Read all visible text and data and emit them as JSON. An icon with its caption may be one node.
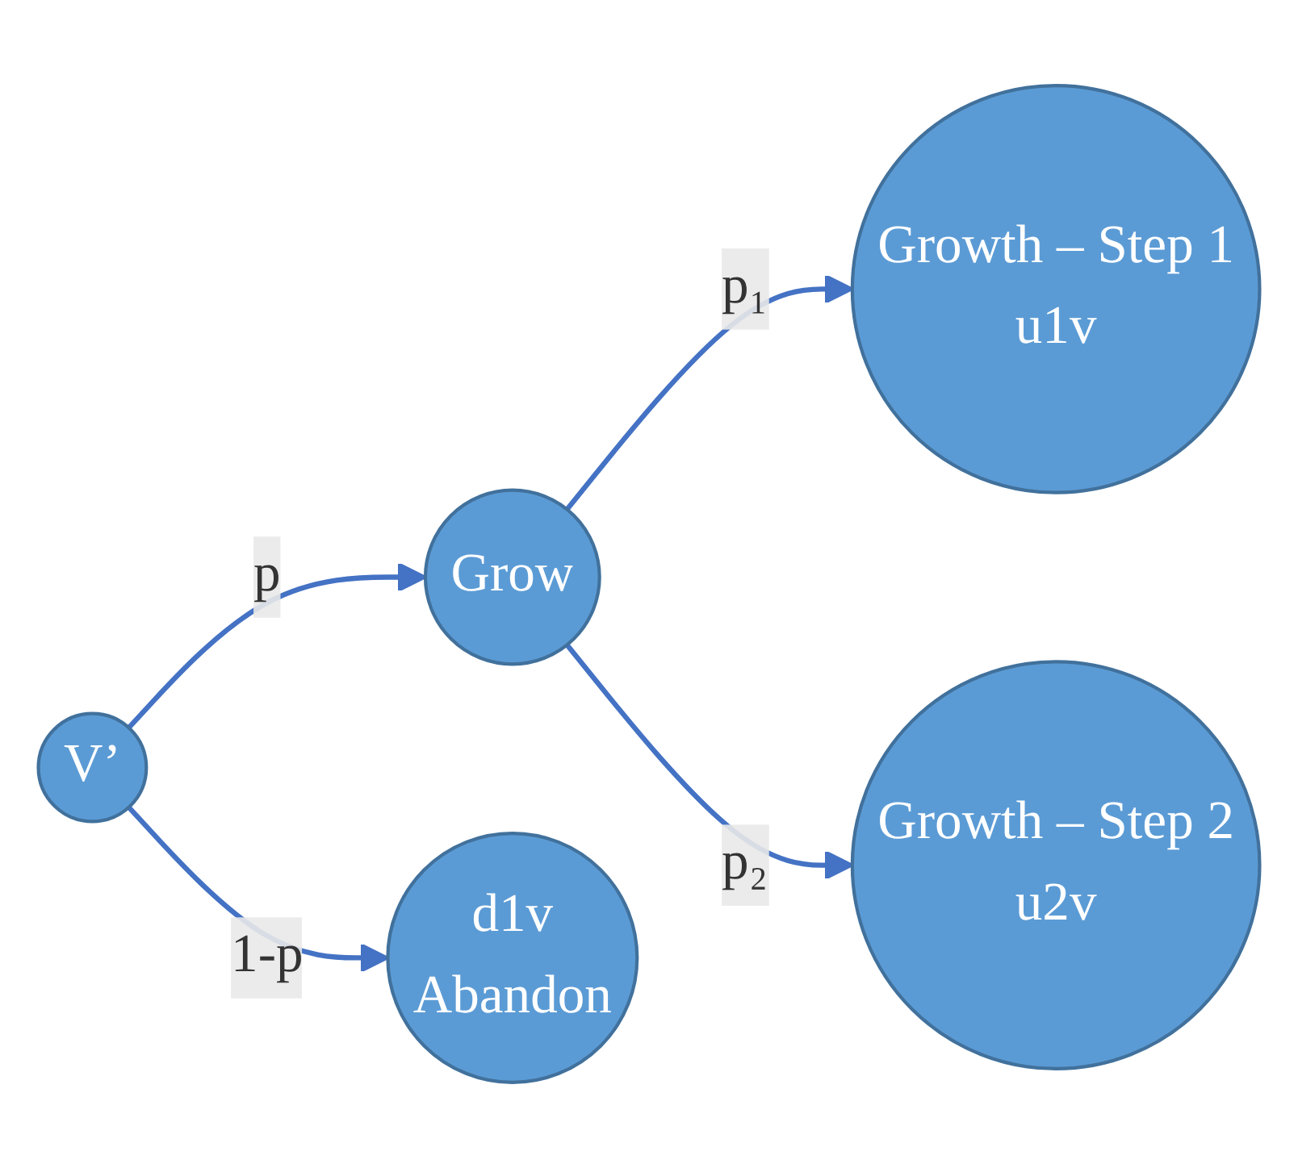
{
  "diagram": {
    "nodes": [
      {
        "text": [
          "V’"
        ]
      },
      {
        "text": [
          "Grow"
        ]
      },
      {
        "text": [
          "Growth – Step 1",
          "u1v"
        ]
      },
      {
        "text": [
          "Growth – Step 2",
          "u2v"
        ]
      },
      {
        "text": [
          "d1v",
          "Abandon"
        ]
      }
    ],
    "edges": [
      {
        "from": 0,
        "to": 1,
        "arrow": "to",
        "label": "p"
      },
      {
        "from": 0,
        "to": 4,
        "arrow": "to",
        "label": "1-p"
      },
      {
        "from": 1,
        "to": 2,
        "arrow": "to",
        "label": "p₁"
      },
      {
        "from": 1,
        "to": 3,
        "arrow": "to",
        "label": "p₂"
      }
    ]
  }
}
